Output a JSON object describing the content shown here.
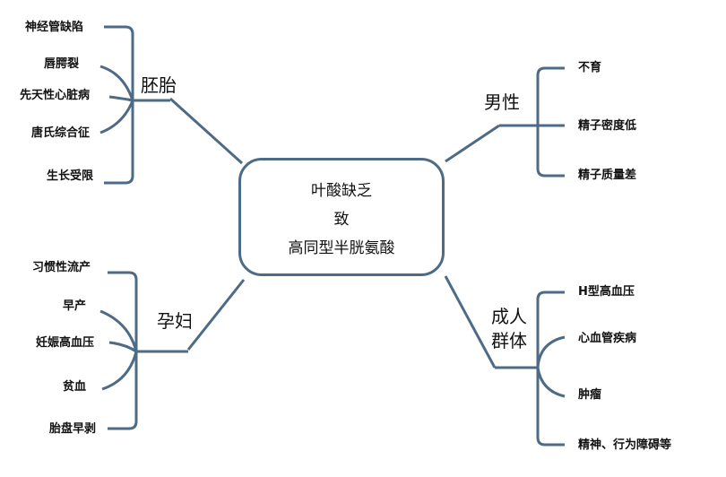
{
  "center": {
    "line1": "叶酸缺乏",
    "line2": "致",
    "line3": "高同型半胱氨酸"
  },
  "branches": {
    "embryo": {
      "label": "胚胎",
      "items": [
        "神经管缺陷",
        "唇腭裂",
        "先天性心脏病",
        "唐氏综合征",
        "生长受限"
      ]
    },
    "male": {
      "label": "男性",
      "items": [
        "不育",
        "精子密度低",
        "精子质量差"
      ]
    },
    "pregnant": {
      "label": "孕妇",
      "items": [
        "习惯性流产",
        "早产",
        "妊娠高血压",
        "贫血",
        "胎盘早剥"
      ]
    },
    "adult": {
      "label_line1": "成人",
      "label_line2": "群体",
      "items": [
        "H型高血压",
        "心血管疾病",
        "肿瘤",
        "精神、行为障碍等"
      ]
    }
  },
  "colors": {
    "line": "#4e6b86",
    "text": "#111111"
  }
}
